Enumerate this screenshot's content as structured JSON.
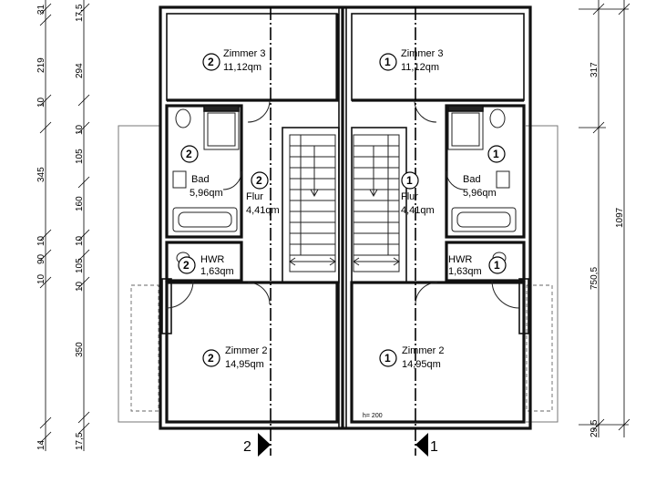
{
  "units": {
    "zimmer3_left": {
      "label": "Zimmer 3",
      "area": "11,12qm",
      "unit_no": "2"
    },
    "zimmer3_right": {
      "label": "Zimmer 3",
      "area": "11,12qm",
      "unit_no": "1"
    },
    "bad_left": {
      "label": "Bad",
      "area": "5,96qm",
      "unit_no": "2"
    },
    "bad_right": {
      "label": "Bad",
      "area": "5,96qm",
      "unit_no": "1"
    },
    "flur_left": {
      "label": "Flur",
      "area": "4,41qm",
      "unit_no": "2"
    },
    "flur_right": {
      "label": "Flur",
      "area": "4,41qm",
      "unit_no": "1"
    },
    "hwr_left": {
      "label": "HWR",
      "area": "1,63qm",
      "unit_no": "2"
    },
    "hwr_right": {
      "label": "HWR",
      "area": "1,63qm",
      "unit_no": "1"
    },
    "zimmer2_left": {
      "label": "Zimmer 2",
      "area": "14,95qm",
      "unit_no": "2"
    },
    "zimmer2_right": {
      "label": "Zimmer 2",
      "area": "14,95qm",
      "unit_no": "1"
    }
  },
  "height_note": "h= 200",
  "axis_markers": {
    "left": "2",
    "right": "1"
  },
  "dims_left_outer": [
    "31",
    "219",
    "10",
    "345",
    "10",
    "90",
    "10",
    "350",
    "14"
  ],
  "dims_left_inner": [
    "17,5",
    "294",
    "10",
    "105",
    "160",
    "10",
    "105",
    "10",
    "17,5"
  ],
  "dims_right": [
    "317",
    "1097",
    "750,5",
    "29,5"
  ]
}
